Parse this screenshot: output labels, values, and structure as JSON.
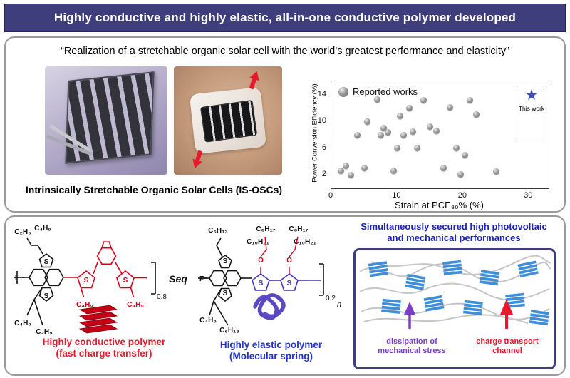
{
  "header": {
    "title": "Highly conductive and highly elastic, all-in-one conductive polymer developed"
  },
  "top_panel": {
    "quote": "“Realization of a stretchable organic solar cell with the world’s greatest performance and elasticity”",
    "caption": "Intrinsically Stretchable Organic Solar Cells (IS-OSCs)"
  },
  "chart_data": {
    "type": "scatter",
    "legend": "Reported works",
    "xlabel": "Strain at PCE₈₀% (%)",
    "ylabel": "Power Conversion Efficiency (%)",
    "xlim": [
      0,
      33
    ],
    "ylim": [
      0,
      16
    ],
    "xticks": [
      0,
      10,
      20,
      30
    ],
    "yticks": [
      2,
      6,
      10,
      14
    ],
    "grid": false,
    "points": [
      [
        1.5,
        2.6
      ],
      [
        2.2,
        3.4
      ],
      [
        3,
        2
      ],
      [
        4,
        8
      ],
      [
        5,
        3
      ],
      [
        5.5,
        10
      ],
      [
        7,
        13.3
      ],
      [
        7.5,
        8
      ],
      [
        8,
        9
      ],
      [
        8.6,
        8.4
      ],
      [
        9.5,
        2.6
      ],
      [
        10,
        6
      ],
      [
        10.4,
        10.8
      ],
      [
        11,
        8
      ],
      [
        11.8,
        12
      ],
      [
        12.4,
        8.5
      ],
      [
        13,
        6
      ],
      [
        14,
        13.2
      ],
      [
        15,
        9.2
      ],
      [
        16,
        8.6
      ],
      [
        17,
        3
      ],
      [
        18,
        12.1
      ],
      [
        19,
        6
      ],
      [
        19.6,
        2.1
      ],
      [
        20.3,
        5
      ],
      [
        21,
        13.2
      ],
      [
        22,
        11
      ],
      [
        25,
        2.5
      ]
    ],
    "this_work": {
      "label": "This work",
      "x": 31,
      "y": 13.5
    }
  },
  "icons": {
    "star": "★"
  },
  "chem": {
    "seq": "Seq",
    "ratio1": "0.8",
    "ratio2": "0.2",
    "n": "n",
    "left_labels": [
      "C₂H₅",
      "C₄H₉",
      "F",
      "S",
      "S",
      "S",
      "S",
      "C₄H₉",
      "C₄H₉",
      "C₄H₉",
      "C₂H₅"
    ],
    "right_labels": [
      "C₆H₁₃",
      "F",
      "S",
      "S",
      "C₈H₁₇",
      "C₈H₁₇",
      "C₁₀H₂₁",
      "C₁₀H₂₁",
      "O",
      "O",
      "S",
      "S",
      "C₄H₉",
      "C₆H₁₃"
    ],
    "conductive_line1": "Highly conductive polymer",
    "conductive_line2": "(fast charge transfer)",
    "elastic_line1": "Highly elastic polymer",
    "elastic_line2": "(Molecular spring)"
  },
  "right_section": {
    "title_line1": "Simultaneously secured high photovoltaic",
    "title_line2": "and mechanical performances",
    "dissipation_line1": "dissipation of",
    "dissipation_line2": "mechanical stress",
    "channel_line1": "charge transport",
    "channel_line2": "channel"
  },
  "colors": {
    "banner_bg": "#3e3e7c",
    "accent_red": "#e8192c",
    "accent_blue": "#2433cf",
    "title_blue": "#1b23b8",
    "accent_purple": "#7c3fc9",
    "coil_purple": "#5b49c2",
    "star_blue": "#3f51b5",
    "dot_gray": "#8f8f8f",
    "block_blue": "#3f8ed9"
  }
}
